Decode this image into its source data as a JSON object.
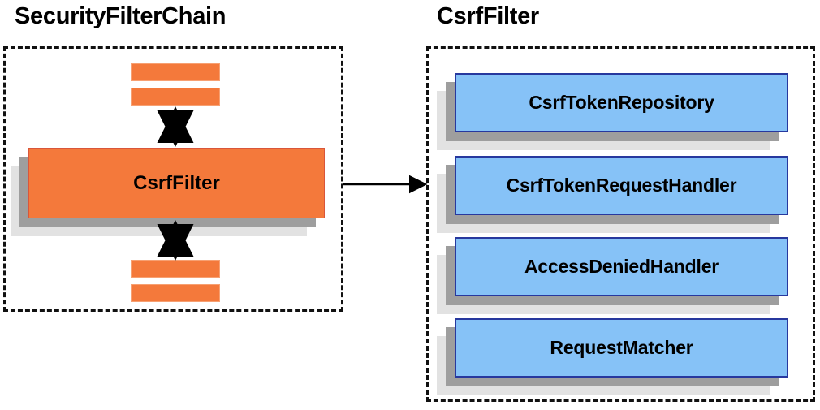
{
  "diagram": {
    "panels": [
      {
        "id": "security-filter-chain",
        "title": "SecurityFilterChain",
        "style": "dashed-box"
      },
      {
        "id": "csrf-filter",
        "title": "CsrfFilter",
        "style": "dashed-box"
      }
    ],
    "left_panel": {
      "title": "SecurityFilterChain",
      "stack_bars_top": [
        "",
        ""
      ],
      "main_component": {
        "label": "CsrfFilter",
        "fill": "#f4793b",
        "border": "#d9563a",
        "shadow_near": "#9e9e9e",
        "shadow_far": "#e2e2e2"
      },
      "stack_bars_bottom": [
        "",
        ""
      ],
      "connectors": [
        {
          "name": "arrow-top",
          "type": "double-headed-vertical"
        },
        {
          "name": "arrow-bottom",
          "type": "double-headed-vertical"
        }
      ]
    },
    "right_panel": {
      "title": "CsrfFilter",
      "components": [
        {
          "label": "CsrfTokenRepository"
        },
        {
          "label": "CsrfTokenRequestHandler"
        },
        {
          "label": "AccessDeniedHandler"
        },
        {
          "label": "RequestMatcher"
        }
      ],
      "component_style": {
        "fill": "#86c2f7",
        "border": "#27389e",
        "shadow_near": "#9e9e9e",
        "shadow_far": "#e2e2e2"
      }
    },
    "link": {
      "name": "csrffilter-to-detail-arrow",
      "type": "single-headed-horizontal",
      "color": "#000000"
    }
  }
}
